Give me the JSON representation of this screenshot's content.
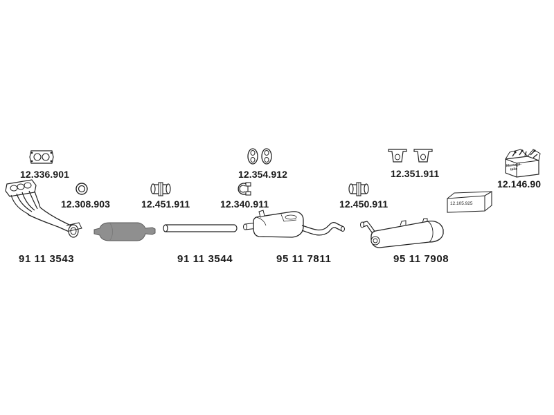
{
  "parts": [
    {
      "id": "gasket",
      "label": "12.336.901"
    },
    {
      "id": "ring",
      "label": "12.308.903"
    },
    {
      "id": "clamp-1",
      "label": "12.451.911"
    },
    {
      "id": "clamp-2",
      "label": "12.340.911"
    },
    {
      "id": "mount-pair-1",
      "label": "12.354.912"
    },
    {
      "id": "clamp-3",
      "label": "12.450.911"
    },
    {
      "id": "mount-pair-2",
      "label": "12.351.911"
    },
    {
      "id": "box",
      "label": "12.146.90"
    },
    {
      "id": "manifold",
      "label": "91 11 3543"
    },
    {
      "id": "pipe",
      "label": "91 11 3544"
    },
    {
      "id": "middle-silencer",
      "label": "95 11 7811"
    },
    {
      "id": "rear-silencer",
      "label": "95 11 7908"
    }
  ],
  "small_box": {
    "label": "12.105.925"
  },
  "kit_box": {
    "label_line1": "Montage-",
    "label_line2": "teile"
  }
}
